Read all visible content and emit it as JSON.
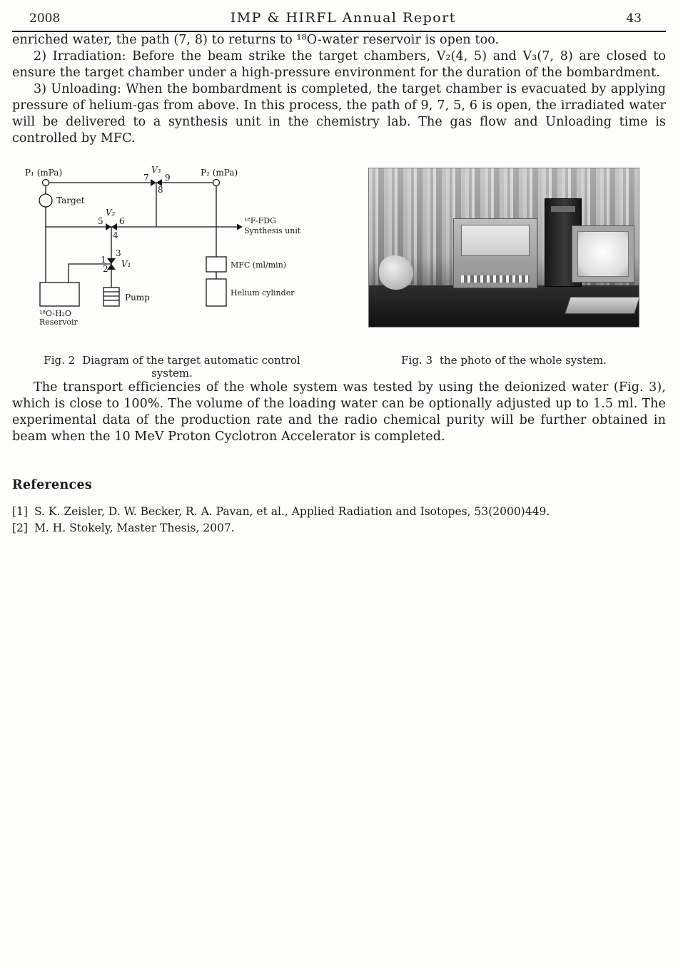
{
  "header": {
    "year": "2008",
    "title": "IMP & HIRFL Annual Report",
    "page_number": "43"
  },
  "paragraphs": {
    "p1": "enriched water, the path (7, 8) to returns to ¹⁸O-water reservoir is open too.",
    "p2": "2) Irradiation: Before the beam strike the target chambers, V₂(4, 5) and V₃(7, 8) are closed to ensure the target chamber under a high-pressure environment for the duration of the bombardment.",
    "p3": "3) Unloading: When the bombardment is completed, the target chamber is evacuated by applying pressure of helium-gas from above. In this process, the path of 9, 7, 5, 6 is open, the irradiated water will be delivered to a synthesis unit in the chemistry lab. The gas flow and Unloading time is controlled by MFC.",
    "p4": "The transport efficiencies of the whole system was tested by using the deionized water (Fig. 3), which is close to 100%. The volume of the loading water can be optionally adjusted up to 1.5 ml. The experimental data of the production rate and the radio chemical purity will be further obtained in beam when the 10 MeV Proton Cyclotron Accelerator is completed."
  },
  "figure2": {
    "caption_label": "Fig. 2",
    "caption_text": "Diagram of the target automatic control system.",
    "labels": {
      "p1": "P₁ (mPa)",
      "p2": "P₂ (mPa)",
      "v1": "V₁",
      "v2": "V₂",
      "v3": "V₃",
      "target": "Target",
      "pump": "Pump",
      "reservoir_line1": "¹⁸O-H₂O",
      "reservoir_line2": "Reservoir",
      "mfc": "MFC (ml/min)",
      "helium": "Helium cylinder",
      "fdg_line1": "¹⁸F-FDG",
      "fdg_line2": "Synthesis unit",
      "n1": "1",
      "n2": "2",
      "n3": "3",
      "n4": "4",
      "n5": "5",
      "n6": "6",
      "n7": "7",
      "n8": "8",
      "n9": "9"
    }
  },
  "figure3": {
    "caption_label": "Fig. 3",
    "caption_text": "the photo of the whole system."
  },
  "references": {
    "heading": "References",
    "items": [
      {
        "label": "[1]",
        "text": "S. K. Zeisler, D. W. Becker, R. A. Pavan, et al., Applied Radiation and Isotopes, 53(2000)449."
      },
      {
        "label": "[2]",
        "text": "M. H. Stokely, Master Thesis, 2007."
      }
    ]
  }
}
